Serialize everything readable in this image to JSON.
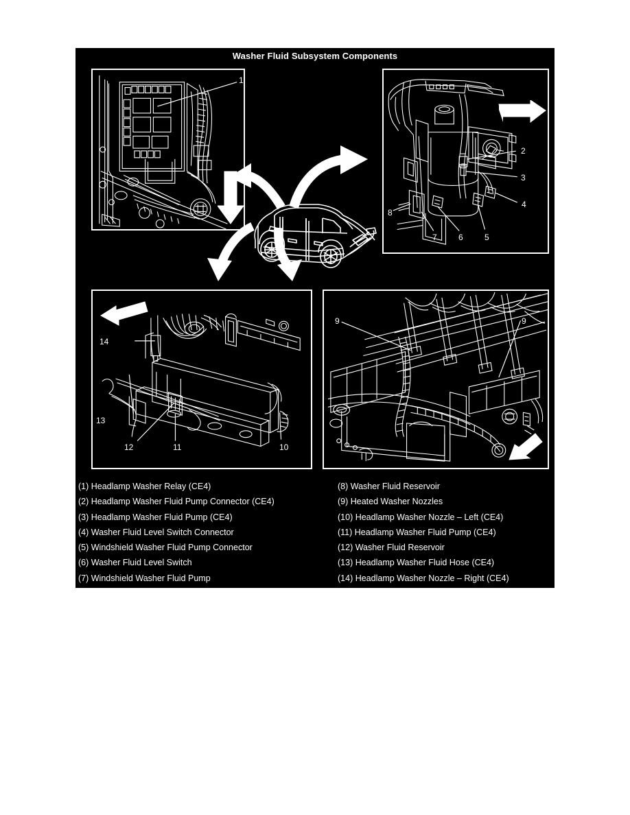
{
  "figure": {
    "title": "Washer Fluid Subsystem Components",
    "background_color": "#000000",
    "line_color": "#ffffff"
  },
  "panels": [
    {
      "id": "top-left",
      "name": "underhood-fuse-relay-block-view",
      "callouts": [
        "1"
      ],
      "direction_arrow": "down"
    },
    {
      "id": "top-right",
      "name": "washer-fluid-reservoir-view",
      "callouts": [
        "2",
        "3",
        "4",
        "5",
        "6",
        "7",
        "8"
      ],
      "direction_arrow": "right"
    },
    {
      "id": "bottom-left",
      "name": "front-fascia-headlamp-washer-view",
      "callouts": [
        "10",
        "11",
        "12",
        "13",
        "14"
      ],
      "direction_arrow": "up-left"
    },
    {
      "id": "bottom-right",
      "name": "cowl-heated-washer-nozzles-view",
      "callouts": [
        "9",
        "9"
      ],
      "direction_arrow": "down-right"
    }
  ],
  "callout_labels": {
    "tl_1": "1",
    "tr_2": "2",
    "tr_3": "3",
    "tr_4": "4",
    "tr_5": "5",
    "tr_6": "6",
    "tr_7": "7",
    "tr_8": "8",
    "bl_10": "10",
    "bl_11": "11",
    "bl_12": "12",
    "bl_13": "13",
    "bl_14": "14",
    "br_9_left": "9",
    "br_9_right": "9"
  },
  "legend": {
    "left_column": [
      "(1) Headlamp Washer Relay (CE4)",
      "(2) Headlamp Washer Fluid Pump Connector (CE4)",
      "(3) Headlamp Washer Fluid Pump (CE4)",
      "(4) Washer Fluid Level Switch Connector",
      "(5) Windshield Washer Fluid Pump Connector",
      "(6) Washer Fluid Level Switch",
      "(7) Windshield Washer Fluid Pump"
    ],
    "right_column": [
      "(8) Washer Fluid Reservoir",
      "(9) Heated Washer Nozzles",
      "(10) Headlamp Washer Nozzle – Left (CE4)",
      "(11) Headlamp Washer Fluid Pump (CE4)",
      "(12) Washer Fluid Reservoir",
      "(13) Headlamp Washer Fluid Hose (CE4)",
      "(14) Headlamp Washer Nozzle – Right (CE4)"
    ]
  }
}
